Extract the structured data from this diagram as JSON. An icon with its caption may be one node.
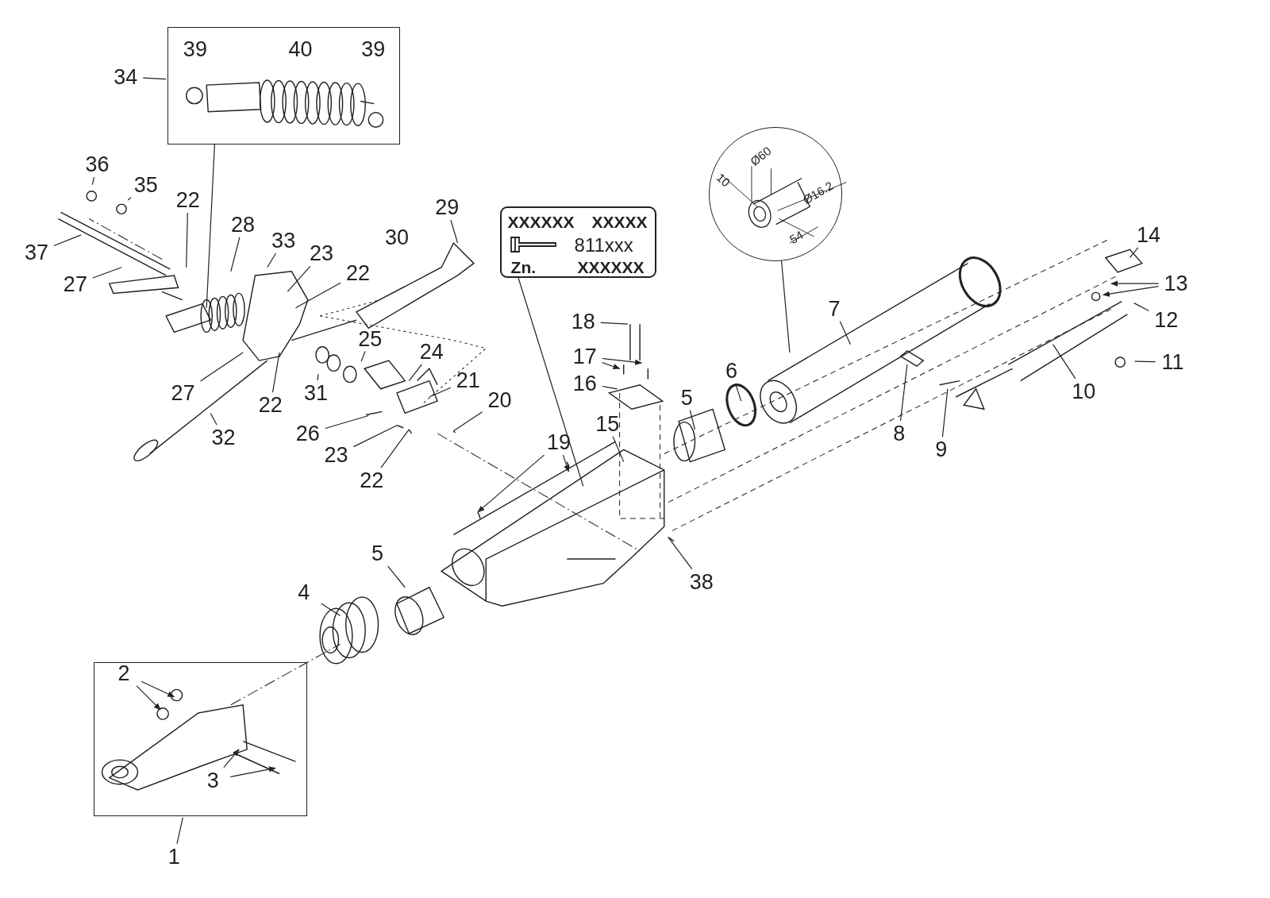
{
  "diagram": {
    "nodes": [
      {
        "text": [],
        "shape": "box"
      },
      {
        "text": [
          "39"
        ],
        "in": 0
      },
      {
        "text": [
          "40"
        ],
        "in": 0
      },
      {
        "text": [
          "39"
        ],
        "in": 0
      },
      {
        "text": [
          "34"
        ]
      },
      {
        "text": [
          "36"
        ]
      },
      {
        "text": [
          "35"
        ]
      },
      {
        "text": [
          "37"
        ]
      },
      {
        "text": [
          "22"
        ]
      },
      {
        "text": [
          "28"
        ]
      },
      {
        "text": [
          "33"
        ]
      },
      {
        "text": [
          "23"
        ]
      },
      {
        "text": [
          "22"
        ]
      },
      {
        "text": [
          "27"
        ]
      },
      {
        "text": [
          "30"
        ]
      },
      {
        "text": [
          "29"
        ]
      },
      {
        "text": [
          "14"
        ]
      },
      {
        "text": [
          "13"
        ]
      },
      {
        "text": [
          "12"
        ]
      },
      {
        "text": [
          "11"
        ]
      },
      {
        "text": [
          "10"
        ]
      },
      {
        "text": [
          "7"
        ]
      },
      {
        "text": [
          "9"
        ]
      },
      {
        "text": [
          "8"
        ]
      },
      {
        "text": [
          "6"
        ]
      },
      {
        "text": [
          "5"
        ]
      },
      {
        "text": [
          "5"
        ]
      },
      {
        "text": [
          "4"
        ]
      },
      {
        "text": [
          "38"
        ]
      },
      {
        "text": [
          "18"
        ]
      },
      {
        "text": [
          "17"
        ]
      },
      {
        "text": [
          "16"
        ]
      },
      {
        "text": [
          "15"
        ]
      },
      {
        "text": [
          "19"
        ]
      },
      {
        "text": [
          "20"
        ]
      },
      {
        "text": [
          "21"
        ]
      },
      {
        "text": [
          "24"
        ]
      },
      {
        "text": [
          "25"
        ]
      },
      {
        "text": [
          "31"
        ]
      },
      {
        "text": [
          "26"
        ]
      },
      {
        "text": [
          "23"
        ]
      },
      {
        "text": [
          "22"
        ]
      },
      {
        "text": [
          "22"
        ]
      },
      {
        "text": [
          "27"
        ]
      },
      {
        "text": [
          "32"
        ]
      },
      {
        "text": [
          "XXXXXX",
          "XXXXX",
          "811xxx",
          "Zn.",
          "XXXXXX"
        ]
      },
      {
        "text": [],
        "shape": "circle"
      },
      {
        "text": [],
        "shape": "box"
      },
      {
        "text": [
          "2"
        ],
        "in": 47
      },
      {
        "text": [
          "3"
        ],
        "in": 47
      },
      {
        "text": [
          "1"
        ]
      }
    ],
    "edges": [
      {
        "from": 4,
        "to": 0,
        "arrow": "none"
      },
      {
        "from": 0,
        "to": null,
        "arrow": "none"
      },
      {
        "from": 5,
        "to": null,
        "arrow": "none"
      },
      {
        "from": 6,
        "to": null,
        "arrow": "none"
      },
      {
        "from": 7,
        "to": null,
        "arrow": "none"
      },
      {
        "from": 8,
        "to": null,
        "arrow": "none"
      },
      {
        "from": 9,
        "to": null,
        "arrow": "none"
      },
      {
        "from": 10,
        "to": null,
        "arrow": "none"
      },
      {
        "from": 11,
        "to": null,
        "arrow": "none"
      },
      {
        "from": 12,
        "to": null,
        "arrow": "none"
      },
      {
        "from": 13,
        "to": null,
        "arrow": "none"
      },
      {
        "from": 15,
        "to": null,
        "arrow": "none"
      },
      {
        "from": 16,
        "to": null,
        "arrow": "none"
      },
      {
        "from": 17,
        "to": null,
        "arrow": "to"
      },
      {
        "from": 17,
        "to": null,
        "arrow": "to"
      },
      {
        "from": 18,
        "to": null,
        "arrow": "none"
      },
      {
        "from": 19,
        "to": null,
        "arrow": "none"
      },
      {
        "from": 20,
        "to": null,
        "arrow": "none"
      },
      {
        "from": 21,
        "to": null,
        "arrow": "none"
      },
      {
        "from": 22,
        "to": null,
        "arrow": "none"
      },
      {
        "from": 23,
        "to": null,
        "arrow": "none"
      },
      {
        "from": 24,
        "to": null,
        "arrow": "none"
      },
      {
        "from": 25,
        "to": null,
        "arrow": "none"
      },
      {
        "from": 26,
        "to": null,
        "arrow": "none"
      },
      {
        "from": 27,
        "to": null,
        "arrow": "none"
      },
      {
        "from": 28,
        "to": null,
        "arrow": "none"
      },
      {
        "from": 29,
        "to": null,
        "arrow": "none"
      },
      {
        "from": 30,
        "to": null,
        "arrow": "to"
      },
      {
        "from": 30,
        "to": null,
        "arrow": "to"
      },
      {
        "from": 31,
        "to": null,
        "arrow": "none"
      },
      {
        "from": 32,
        "to": null,
        "arrow": "none"
      },
      {
        "from": 33,
        "to": null,
        "arrow": "to"
      },
      {
        "from": 33,
        "to": null,
        "arrow": "to"
      },
      {
        "from": 34,
        "to": null,
        "arrow": "none"
      },
      {
        "from": 35,
        "to": null,
        "arrow": "none"
      },
      {
        "from": 36,
        "to": null,
        "arrow": "none"
      },
      {
        "from": 37,
        "to": null,
        "arrow": "none"
      },
      {
        "from": 38,
        "to": null,
        "arrow": "none"
      },
      {
        "from": 39,
        "to": null,
        "arrow": "none"
      },
      {
        "from": 40,
        "to": null,
        "arrow": "none"
      },
      {
        "from": 41,
        "to": null,
        "arrow": "none"
      },
      {
        "from": 42,
        "to": null,
        "arrow": "none"
      },
      {
        "from": 43,
        "to": null,
        "arrow": "none"
      },
      {
        "from": 44,
        "to": null,
        "arrow": "none"
      },
      {
        "from": 45,
        "to": null,
        "arrow": "none"
      },
      {
        "from": 46,
        "to": null,
        "arrow": "none"
      },
      {
        "from": 48,
        "to": null,
        "arrow": "to"
      },
      {
        "from": 48,
        "to": null,
        "arrow": "to"
      },
      {
        "from": 49,
        "to": null,
        "arrow": "to"
      },
      {
        "from": 49,
        "to": null,
        "arrow": "to"
      },
      {
        "from": 50,
        "to": 47,
        "arrow": "none"
      }
    ],
    "labels": [
      "Ø60",
      "10",
      "Ø16.2",
      "54"
    ]
  }
}
